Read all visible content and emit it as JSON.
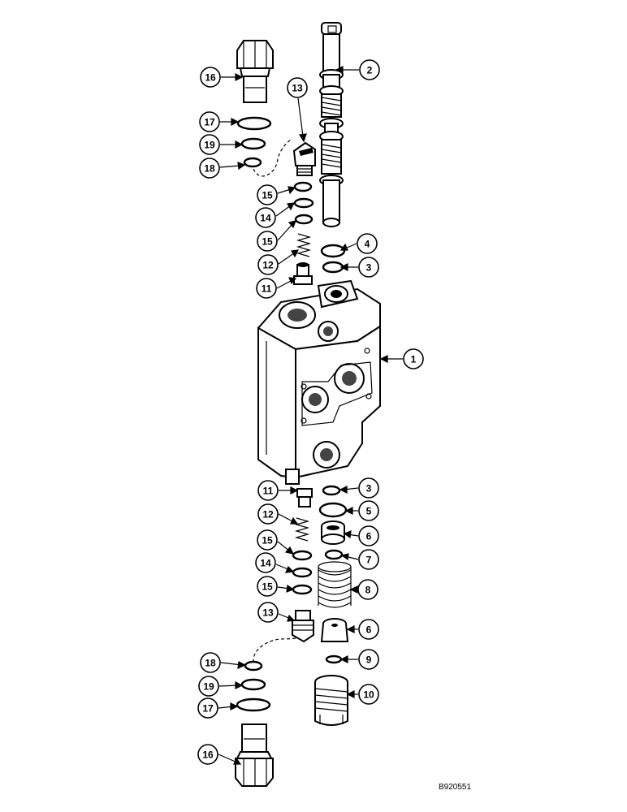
{
  "figure_ref": "B920551",
  "callouts": [
    {
      "label": "16"
    },
    {
      "label": "2"
    },
    {
      "label": "13"
    },
    {
      "label": "17"
    },
    {
      "label": "19"
    },
    {
      "label": "18"
    },
    {
      "label": "15"
    },
    {
      "label": "14"
    },
    {
      "label": "15"
    },
    {
      "label": "4"
    },
    {
      "label": "3"
    },
    {
      "label": "12"
    },
    {
      "label": "11"
    },
    {
      "label": "1"
    },
    {
      "label": "11"
    },
    {
      "label": "3"
    },
    {
      "label": "5"
    },
    {
      "label": "12"
    },
    {
      "label": "6"
    },
    {
      "label": "15"
    },
    {
      "label": "7"
    },
    {
      "label": "14"
    },
    {
      "label": "15"
    },
    {
      "label": "8"
    },
    {
      "label": "13"
    },
    {
      "label": "6"
    },
    {
      "label": "18"
    },
    {
      "label": "9"
    },
    {
      "label": "19"
    },
    {
      "label": "10"
    },
    {
      "label": "17"
    },
    {
      "label": "16"
    }
  ]
}
